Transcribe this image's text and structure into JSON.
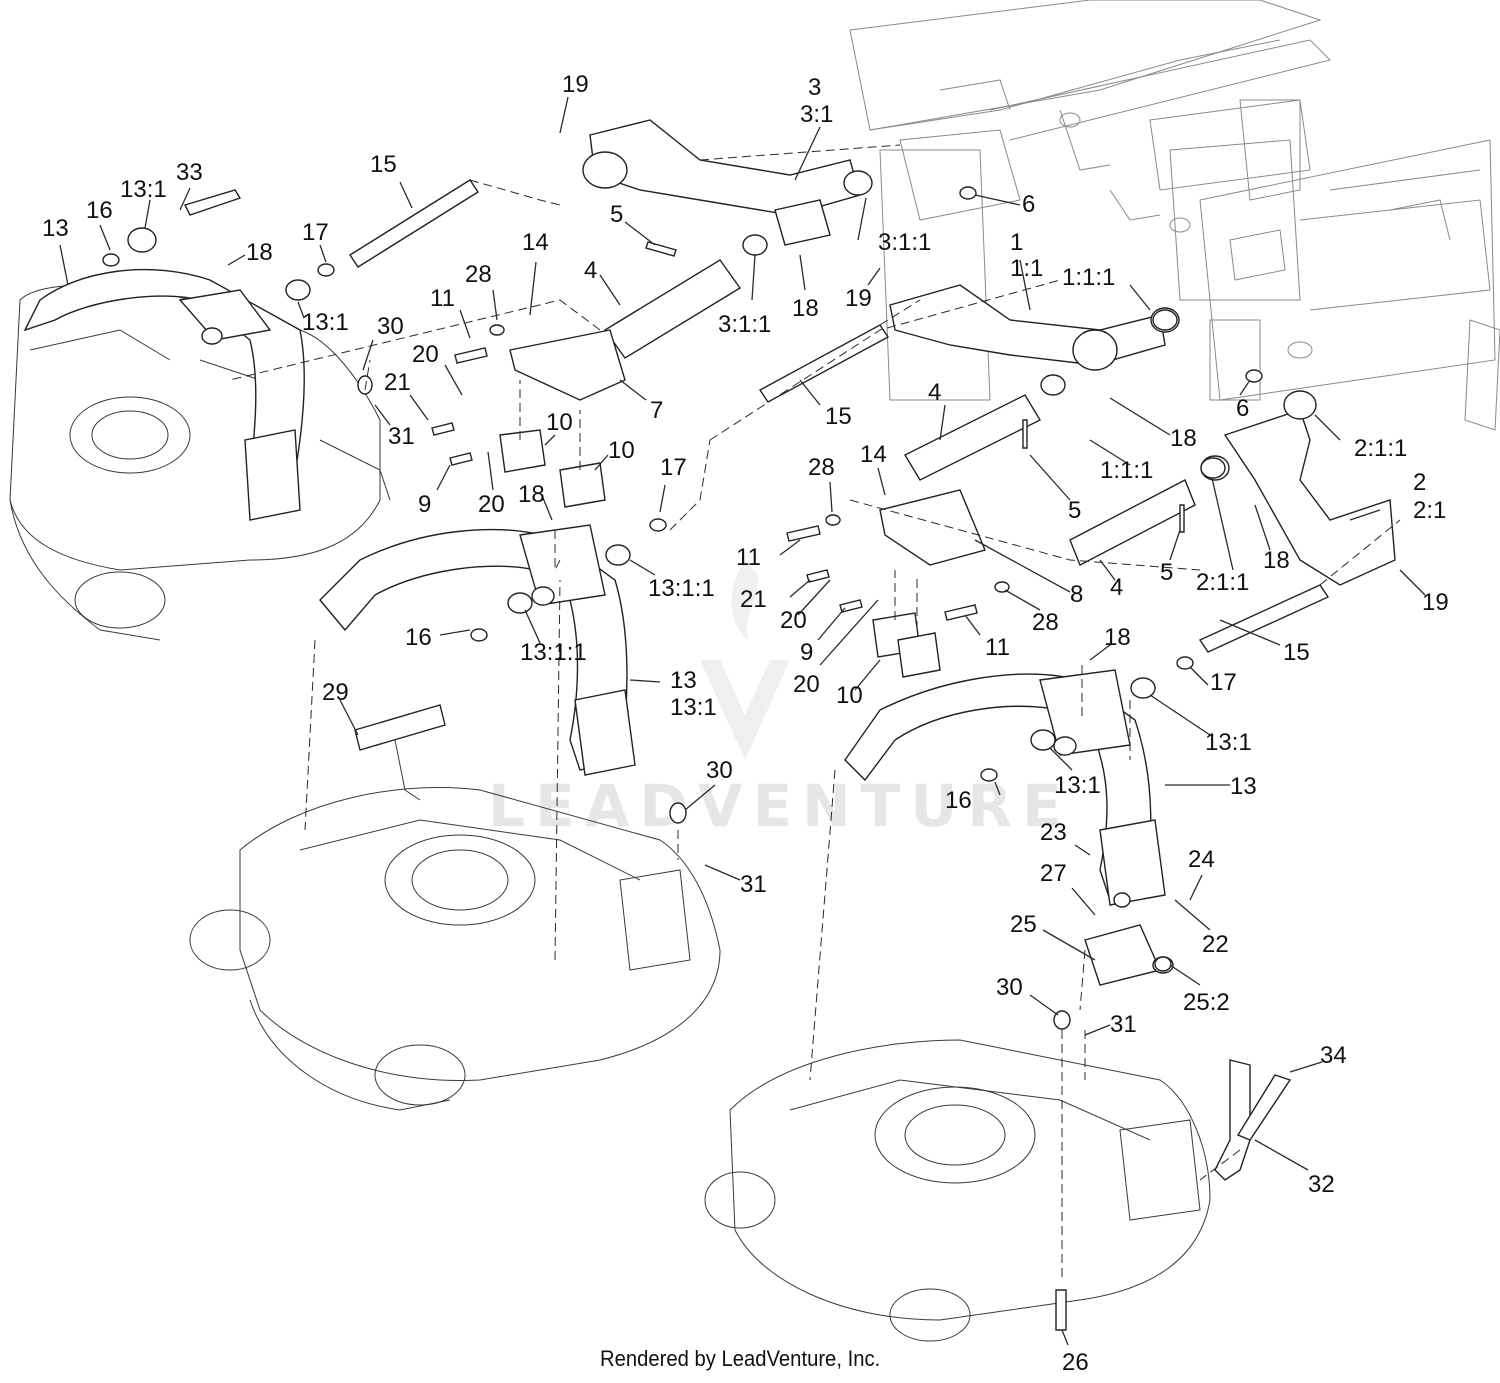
{
  "watermark": "LEADVENTURE",
  "footer": "Rendered by LeadVenture, Inc.",
  "callouts": [
    "19",
    "3",
    "3:1",
    "15",
    "13:1",
    "33",
    "13",
    "16",
    "17",
    "18",
    "13:1",
    "5",
    "3:1:1",
    "6",
    "14",
    "28",
    "4",
    "11",
    "30",
    "20",
    "21",
    "31",
    "3:1:1",
    "18",
    "1",
    "1:1",
    "1:1:1",
    "19",
    "7",
    "15",
    "10",
    "10",
    "9",
    "20",
    "18",
    "17",
    "4",
    "18",
    "2:1:1",
    "6",
    "1:1:1",
    "5",
    "28",
    "14",
    "11",
    "21",
    "20",
    "9",
    "20",
    "10",
    "8",
    "4",
    "5",
    "2:1:1",
    "18",
    "2",
    "2:1",
    "19",
    "28",
    "11",
    "13:1:1",
    "16",
    "13:1:1",
    "13",
    "13:1",
    "29",
    "18",
    "15",
    "17",
    "13:1",
    "16",
    "13:1",
    "13",
    "30",
    "31",
    "23",
    "24",
    "27",
    "22",
    "25",
    "25:2",
    "30",
    "31",
    "34",
    "32",
    "26"
  ]
}
